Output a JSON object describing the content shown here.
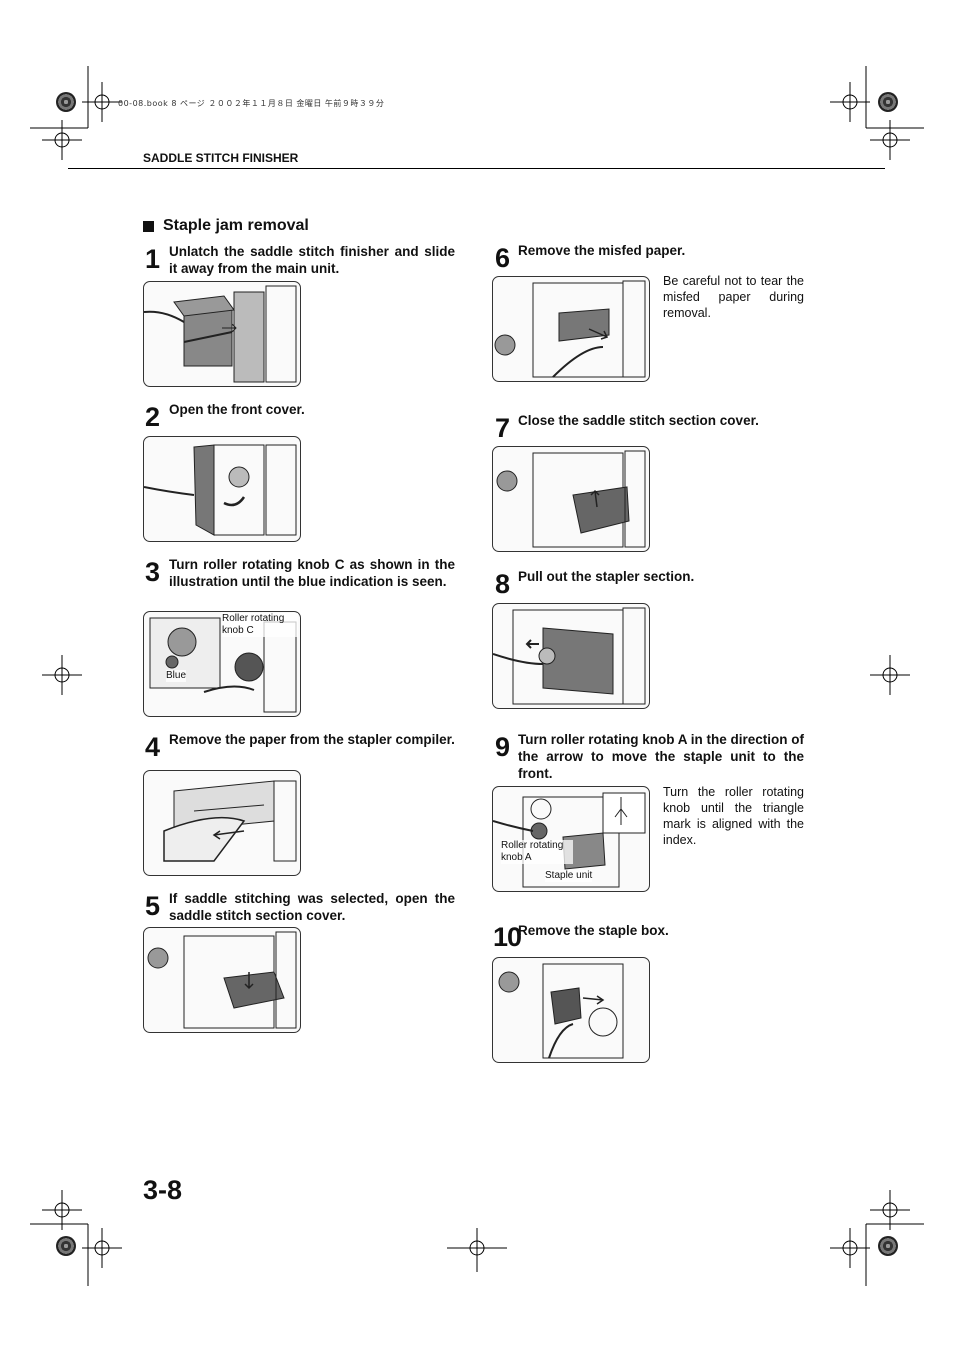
{
  "meta": {
    "print_line": "00-08.book  8 ページ  ２００２年１１月８日  金曜日  午前９時３９分"
  },
  "header": {
    "title": "SADDLE STITCH FINISHER"
  },
  "section": {
    "title": "Staple jam removal"
  },
  "steps": [
    {
      "number": "1",
      "text": "Unlatch the saddle stitch finisher and slide it away from the main unit.",
      "icon": "finisher-slide-illustration"
    },
    {
      "number": "2",
      "text": "Open the front cover.",
      "icon": "front-cover-open-illustration"
    },
    {
      "number": "3",
      "text": "Turn roller rotating knob C as shown in the illustration until the blue indication is seen.",
      "icon": "knob-c-illustration",
      "labels": {
        "knob": "Roller rotating knob C",
        "blue": "Blue"
      }
    },
    {
      "number": "4",
      "text": "Remove the paper from the stapler compiler.",
      "icon": "stapler-compiler-illustration"
    },
    {
      "number": "5",
      "text": "If saddle stitching was selected, open the saddle stitch section cover.",
      "icon": "saddle-cover-open-illustration"
    },
    {
      "number": "6",
      "text": "Remove the misfed paper.",
      "icon": "misfed-paper-illustration",
      "note": "Be careful not to tear the misfed paper during removal."
    },
    {
      "number": "7",
      "text": "Close the saddle stitch section cover.",
      "icon": "saddle-cover-close-illustration"
    },
    {
      "number": "8",
      "text": "Pull out the stapler section.",
      "icon": "stapler-pull-illustration"
    },
    {
      "number": "9",
      "text": "Turn roller rotating knob A in the direction of the arrow to move the staple unit to the front.",
      "icon": "knob-a-illustration",
      "note": "Turn the roller rotating knob until the triangle mark is aligned with the index.",
      "labels": {
        "knob": "Roller rotating knob A",
        "unit": "Staple unit"
      }
    },
    {
      "number": "10",
      "text": "Remove the staple box.",
      "icon": "staple-box-illustration"
    }
  ],
  "footer": {
    "page_number": "3-8"
  },
  "colors": {
    "ink": "#111111",
    "rule": "#000000",
    "figure_border": "#333333"
  }
}
